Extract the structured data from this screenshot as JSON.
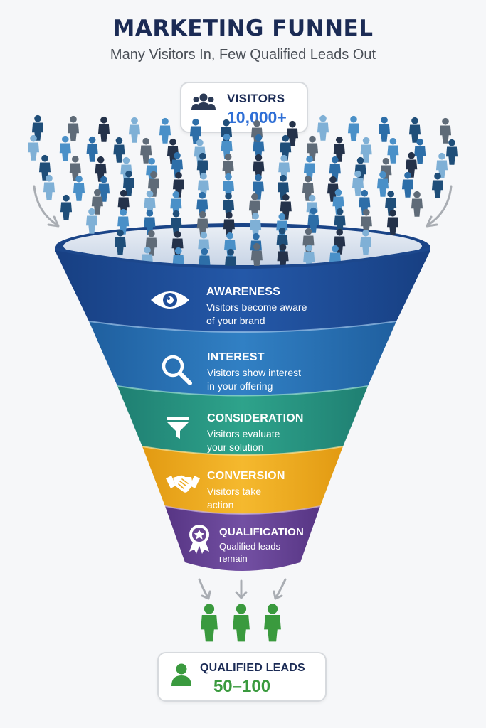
{
  "title": "MARKETING FUNNEL",
  "subtitle": "Many Visitors In, Few Qualified Leads Out",
  "visitors": {
    "label": "VISITORS",
    "value": "10,000+",
    "icon": "people-group-icon"
  },
  "stages": [
    {
      "name": "AWARENESS",
      "line1": "Visitors become aware",
      "line2": "of your brand",
      "icon": "eye-icon",
      "color": "#1f4e9a"
    },
    {
      "name": "INTEREST",
      "line1": "Visitors show interest",
      "line2": "in your offering",
      "icon": "magnifier-icon",
      "color": "#2a72b6"
    },
    {
      "name": "CONSIDERATION",
      "line1": "Visitors evaluate",
      "line2": "your solution",
      "icon": "funnel-icon",
      "color": "#2a9480"
    },
    {
      "name": "CONVERSION",
      "line1": "Visitors take",
      "line2": "action",
      "icon": "handshake-icon",
      "color": "#ecab22"
    },
    {
      "name": "QUALIFICATION",
      "line1": "Qualified leads",
      "line2": "remain",
      "icon": "award-badge-icon",
      "color": "#6a4596"
    }
  ],
  "leads": {
    "label": "QUALIFIED LEADS",
    "value": "50–100",
    "icon": "person-icon",
    "color": "#3a9a3e"
  },
  "colors": {
    "title": "#1b2b55",
    "crowd": [
      "#1f4e79",
      "#2d6ea8",
      "#4a90c8",
      "#7fb0d6",
      "#24324a",
      "#5f6b78"
    ]
  }
}
